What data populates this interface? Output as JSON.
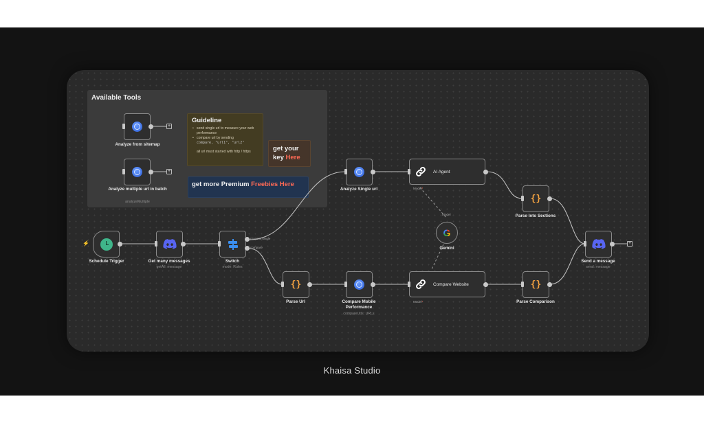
{
  "footer": {
    "brand": "Khaisa Studio"
  },
  "tools_panel": {
    "title": "Available Tools",
    "tools": [
      {
        "name": "Analyze from sitemap",
        "subtitle": ""
      },
      {
        "name": "Analyze multiple url in batch",
        "subtitle": "analyzeMultiple"
      }
    ]
  },
  "guideline": {
    "title": "Guideline",
    "items": [
      "send single url to measure your web performance",
      "compare url by sending"
    ],
    "code": "compare, \"url1\", \"url2\"",
    "footer": "all url must started with http / https"
  },
  "get_key": {
    "text": "get your key",
    "link": "Here"
  },
  "premium": {
    "text": "get more Premium",
    "link": "Freebies Here"
  },
  "nodes": {
    "schedule_trigger": {
      "name": "Schedule Trigger",
      "icon": "clock-icon"
    },
    "get_messages": {
      "name": "Get many messages",
      "subtitle": "getAll: message",
      "icon": "discord-icon"
    },
    "switch": {
      "name": "Switch",
      "subtitle": "mode: Rules",
      "outputs": [
        "process single",
        "compare"
      ],
      "icon": "switch-icon"
    },
    "analyze_single": {
      "name": "Analyze Single url",
      "icon": "pagespeed-icon"
    },
    "ai_agent": {
      "name": "AI Agent",
      "port_label": "Model",
      "icon": "link-icon"
    },
    "gemini": {
      "name": "Gemini",
      "port_label": "Model",
      "icon": "google-icon"
    },
    "parse_url": {
      "name": "Parse Url",
      "icon": "braces-icon"
    },
    "compare_mobile": {
      "name": "Compare Mobile Performance",
      "subtitle": "compareUrls: URLs",
      "icon": "pagespeed-icon"
    },
    "compare_website": {
      "name": "Compare Website",
      "port_label": "Model",
      "icon": "link-icon"
    },
    "parse_sections": {
      "name": "Parse Into Sections",
      "icon": "braces-icon"
    },
    "parse_comparison": {
      "name": "Parse Comparison",
      "icon": "braces-icon"
    },
    "send_message": {
      "name": "Send a message",
      "subtitle": "send: message",
      "icon": "discord-icon"
    }
  },
  "colors": {
    "canvas": "#2a2a2a",
    "note_yellow": "#433c22",
    "note_brown": "#45352a",
    "note_blue": "#213450",
    "accent_red": "#ff6a55",
    "braces": "#f0a040",
    "discord": "#5865f2",
    "clock": "#3fb58a"
  }
}
